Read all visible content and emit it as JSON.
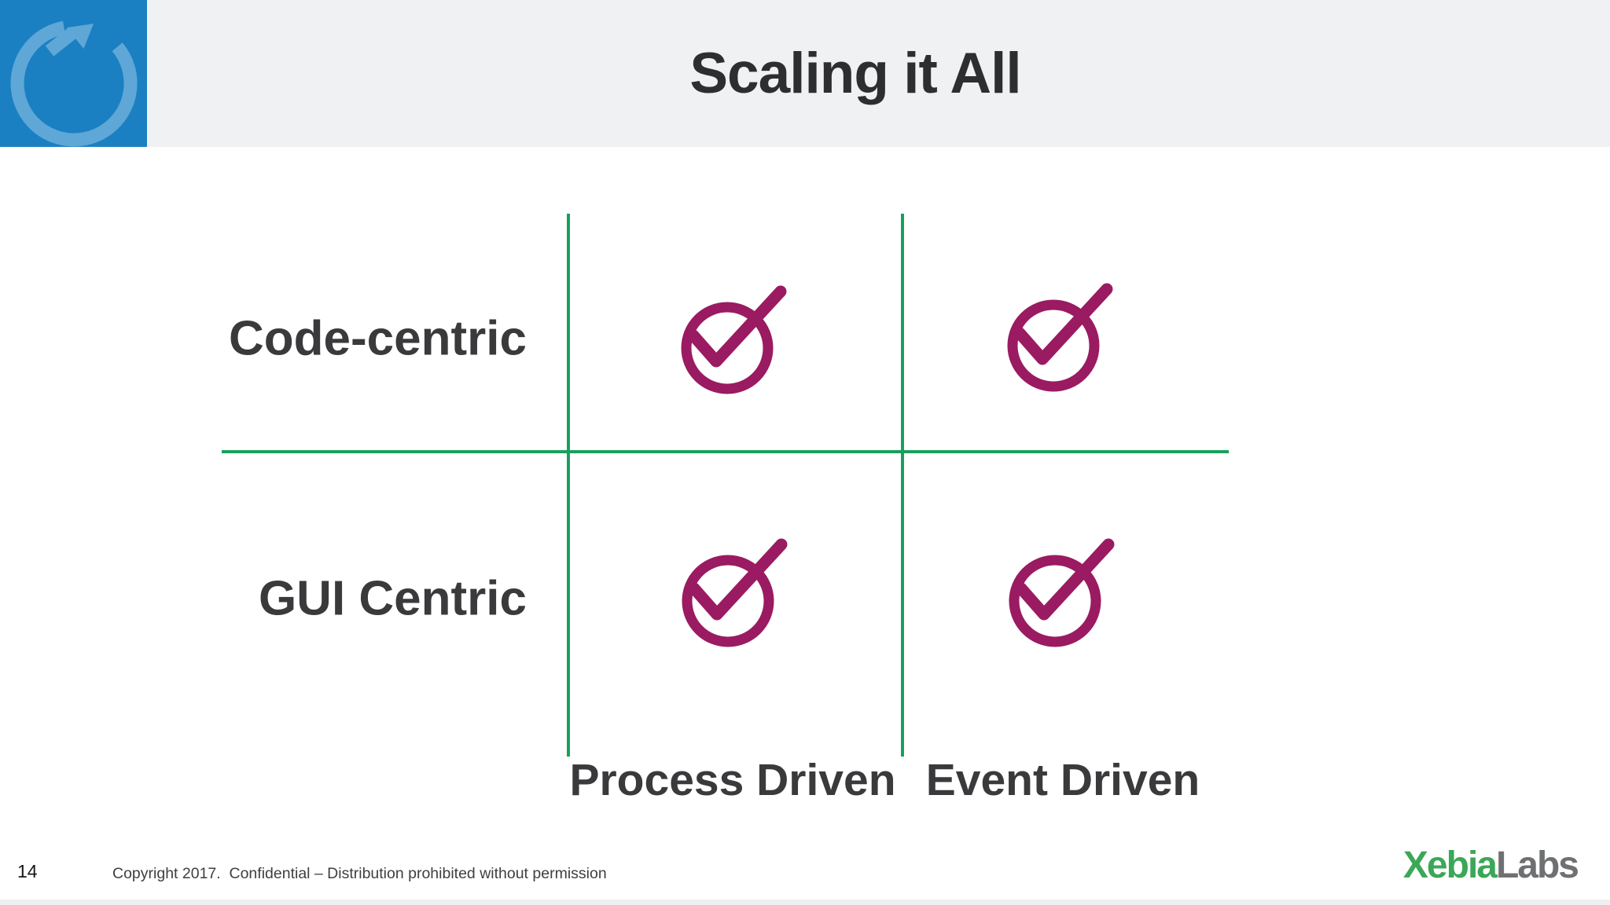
{
  "slide": {
    "header": {
      "title": "Scaling it All",
      "logo_icon": "circular-arrow-icon"
    },
    "matrix": {
      "row_labels": [
        "Code-centric",
        "GUI Centric"
      ],
      "column_labels": [
        "Process Driven",
        "Event Driven"
      ],
      "cells": [
        [
          true,
          true
        ],
        [
          true,
          true
        ]
      ],
      "check_icon": "circled-checkmark-icon"
    },
    "footer": {
      "page_number": "14",
      "copyright": "Copyright 2017.  Confidential – Distribution prohibited without permission",
      "logo_text_primary": "Xebia",
      "logo_text_secondary": "Labs"
    },
    "colors": {
      "header_bg": "#f0f1f2",
      "tile_blue": "#1b80c2",
      "arrow_blue": "#5fa7d6",
      "line_green": "#17a05c",
      "check_magenta": "#9a1b62",
      "title_text": "#2e2e30",
      "label_text": "#3a3a3c",
      "footer_text": "#3f3f41",
      "page_num_text": "#161616",
      "xebia_green": "#3ba758",
      "labs_gray": "#6e7072"
    }
  }
}
